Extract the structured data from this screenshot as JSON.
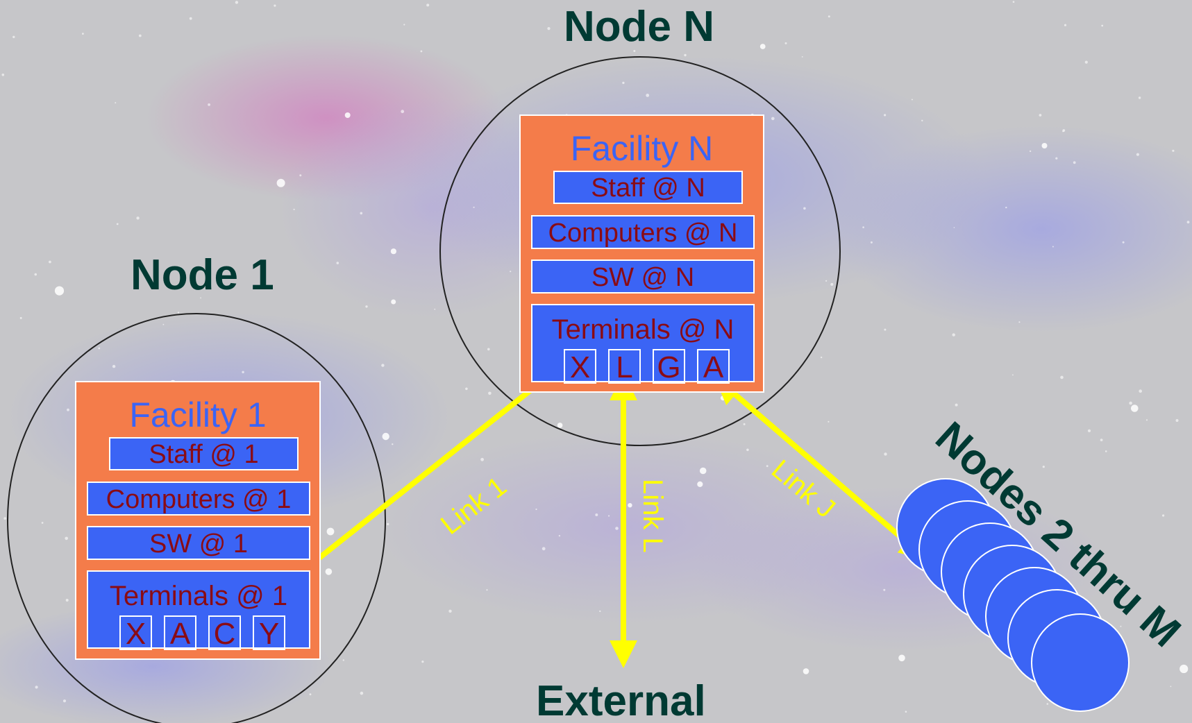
{
  "nodes": {
    "node_n": {
      "title": "Node N",
      "facility": "Facility N",
      "staff": "Staff @ N",
      "computers": "Computers @ N",
      "software": "SW @ N",
      "terminals_label": "Terminals @ N",
      "terminals": [
        "X",
        "L",
        "G",
        "A"
      ]
    },
    "node_1": {
      "title": "Node 1",
      "facility": "Facility 1",
      "staff": "Staff @ 1",
      "computers": "Computers @ 1",
      "software": "SW @ 1",
      "terminals_label": "Terminals @ 1",
      "terminals": [
        "X",
        "A",
        "C",
        "Y"
      ]
    },
    "nodes_group": {
      "title": "Nodes 2 thru M"
    },
    "external": {
      "title": "External"
    }
  },
  "links": {
    "link_1": "Link 1",
    "link_l": "Link  L",
    "link_j": "Link J"
  },
  "colors": {
    "background": "#c6c6c9",
    "node_title": "#003a33",
    "facility_fill": "#f47c4a",
    "resource_fill": "#3b64f5",
    "resource_text": "#8a0b14",
    "facility_title_text": "#3b64f5",
    "link": "#ffff00",
    "ring": "#222222"
  }
}
